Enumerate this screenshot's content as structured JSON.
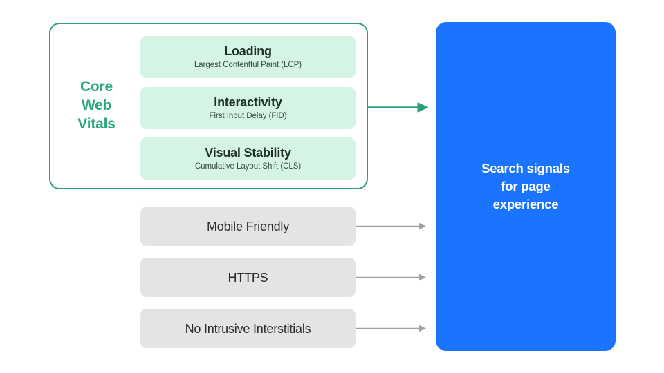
{
  "diagram": {
    "title_group": {
      "label_lines": [
        "Core",
        "Web",
        "Vitals"
      ],
      "border_color": "#2DA07A",
      "text_color": "#2DA77F"
    },
    "vitals": [
      {
        "title": "Loading",
        "subtitle": "Largest Contentful Paint (LCP)",
        "bg_color": "#D6F4E3"
      },
      {
        "title": "Interactivity",
        "subtitle": "First Input Delay (FID)",
        "bg_color": "#D6F4E3"
      },
      {
        "title": "Visual Stability",
        "subtitle": "Cumulative Layout Shift (CLS)",
        "bg_color": "#D6F4E3"
      }
    ],
    "signals": [
      {
        "label": "Mobile Friendly",
        "bg_color": "#E4E4E4"
      },
      {
        "label": "HTTPS",
        "bg_color": "#E4E4E4"
      },
      {
        "label": "No Intrusive Interstitials",
        "bg_color": "#E4E4E4"
      }
    ],
    "destination": {
      "text_lines": [
        "Search signals",
        "for page",
        "experience"
      ],
      "bg_color": "#1B74FD",
      "text_color": "#FFFFFF"
    },
    "connectors": {
      "vitals_arrow_color": "#2DA07A",
      "signal_arrow_color": "#9AA0A6"
    }
  }
}
